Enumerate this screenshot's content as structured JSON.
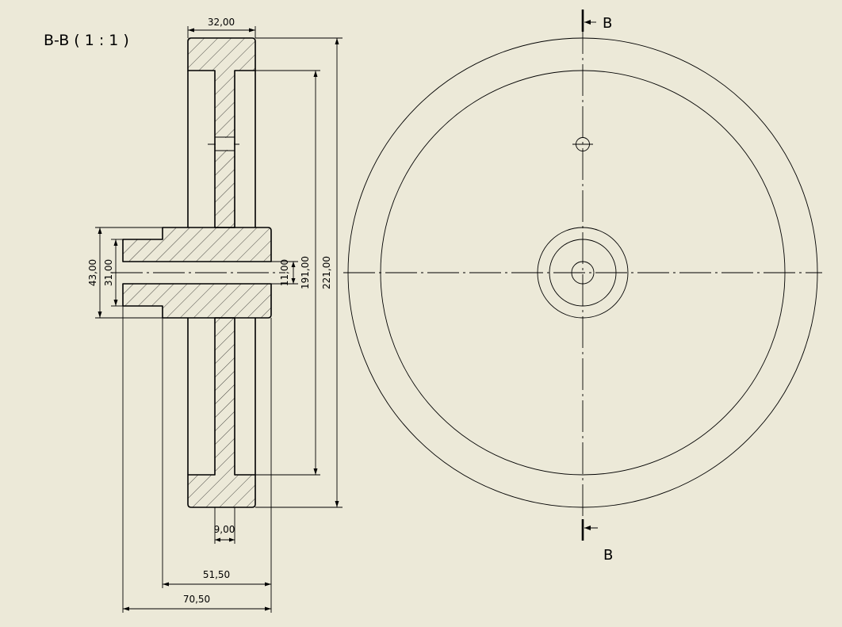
{
  "view": {
    "title": "B-B ( 1 : 1 )",
    "section_top_label": "B",
    "section_bottom_label": "B"
  },
  "dimensions": {
    "rim_width": "32,00",
    "web_thickness": "9,00",
    "hub_length": "51,50",
    "overall_length": "70,50",
    "hub_diameter": "43,00",
    "shoulder_diameter": "31,00",
    "bore_diameter": "11,00",
    "inner_rim_diameter": "191,00",
    "outer_diameter": "221,00"
  },
  "colors": {
    "background": "#ECE9D8",
    "line": "#000000"
  }
}
